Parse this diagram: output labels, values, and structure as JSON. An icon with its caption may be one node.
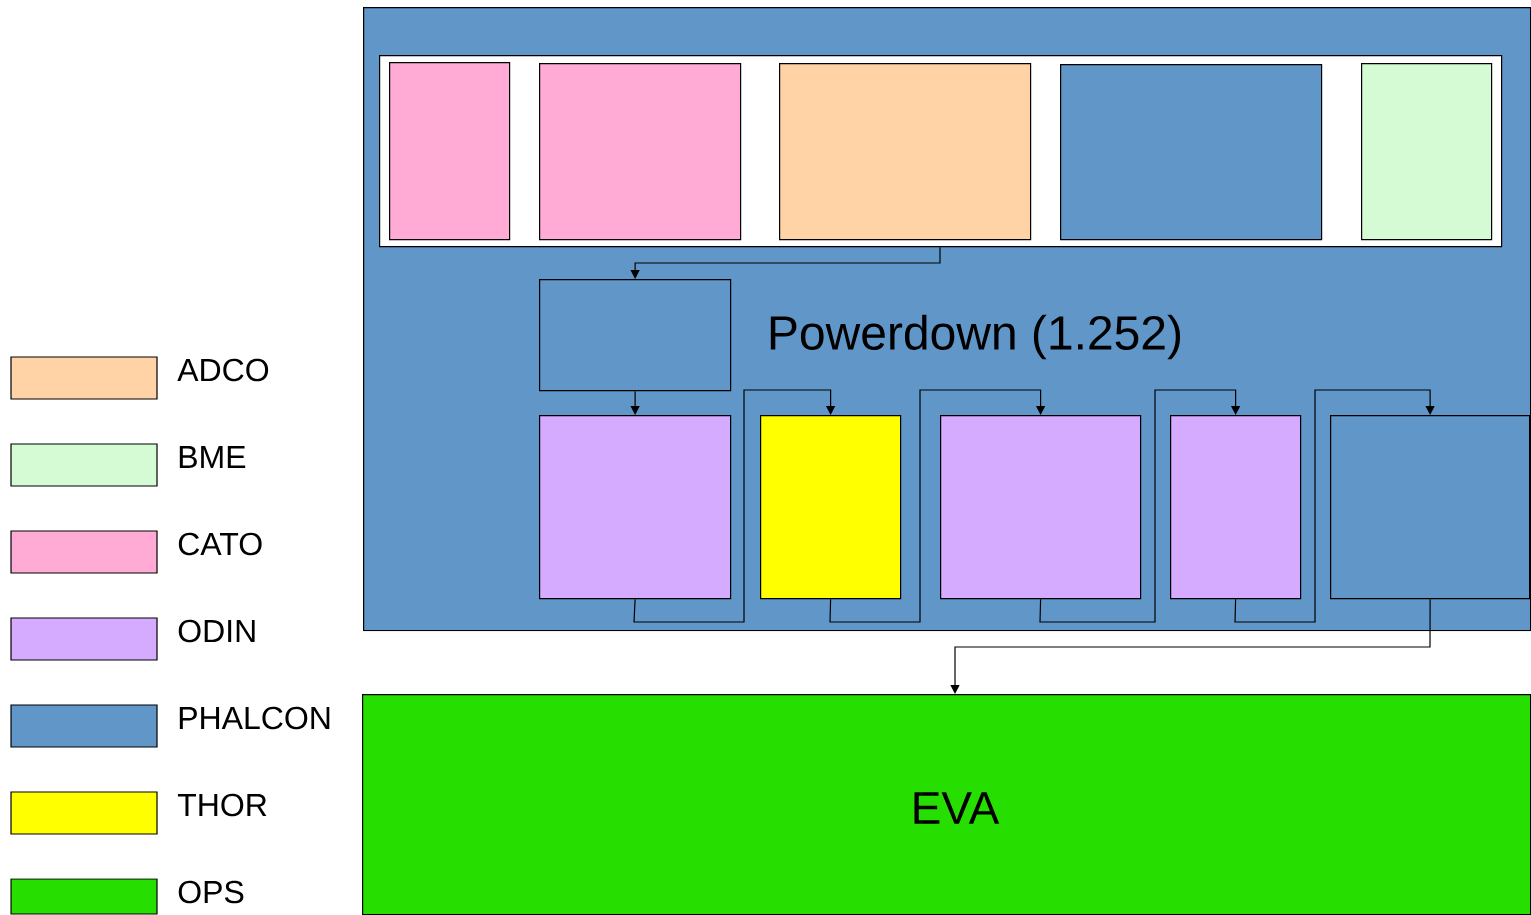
{
  "diagram": {
    "nodes": [
      {
        "text": [
          "Powerdown (1.252)"
        ]
      },
      {
        "text": [],
        "shape": "box",
        "in": 0
      },
      {
        "text": [],
        "shape": "box",
        "in": 1
      },
      {
        "text": [],
        "shape": "box",
        "in": 1
      },
      {
        "text": [],
        "shape": "box",
        "in": 1
      },
      {
        "text": [],
        "shape": "box",
        "in": 1
      },
      {
        "text": [],
        "shape": "box",
        "in": 1
      },
      {
        "text": [],
        "shape": "box",
        "in": 0
      },
      {
        "text": [],
        "shape": "box",
        "in": 0
      },
      {
        "text": [],
        "shape": "box",
        "in": 0
      },
      {
        "text": [],
        "shape": "box",
        "in": 0
      },
      {
        "text": [],
        "shape": "box",
        "in": 0
      },
      {
        "text": [],
        "shape": "box",
        "in": 0
      },
      {
        "text": [
          "EVA"
        ]
      }
    ],
    "edges": [
      {
        "from": 1,
        "to": 7,
        "arrow": "to"
      },
      {
        "from": 7,
        "to": 8,
        "arrow": "to"
      },
      {
        "from": 8,
        "to": 9,
        "arrow": "to"
      },
      {
        "from": 9,
        "to": 10,
        "arrow": "to"
      },
      {
        "from": 10,
        "to": 11,
        "arrow": "to"
      },
      {
        "from": 11,
        "to": 12,
        "arrow": "to"
      },
      {
        "from": 12,
        "to": 13,
        "arrow": "to"
      }
    ],
    "legend": [
      {
        "text": "ADCO",
        "color": "#ffd3a6"
      },
      {
        "text": "BME",
        "color": "#d5fbd5"
      },
      {
        "text": "CATO",
        "color": "#ffabd5"
      },
      {
        "text": "ODIN",
        "color": "#d5abff"
      },
      {
        "text": "PHALCON",
        "color": "#6196c9"
      },
      {
        "text": "THOR",
        "color": "#ffff00"
      },
      {
        "text": "OPS",
        "color": "#26df00"
      }
    ]
  }
}
